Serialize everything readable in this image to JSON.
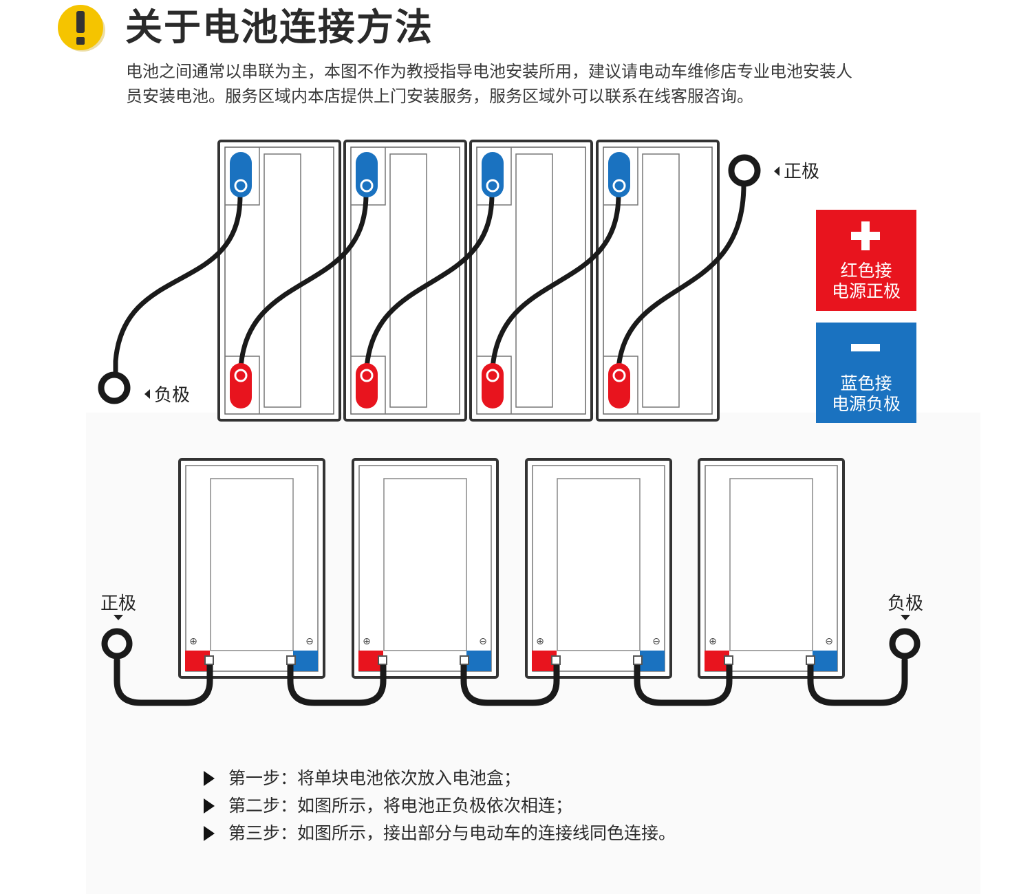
{
  "header": {
    "title": "关于电池连接方法",
    "desc_line1": "电池之间通常以串联为主，本图不作为教授指导电池安装所用，建议请电动车维修店专业电池安装人",
    "desc_line2": "员安装电池。服务区域内本店提供上门安装服务，服务区域外可以联系在线客服咨询。"
  },
  "top_diagram": {
    "battery_count": 4,
    "positive_label": "正极",
    "negative_label": "负极"
  },
  "legend": {
    "red": {
      "symbol": "+",
      "line1": "红色接",
      "line2": "电源正极",
      "color": "#e8141e"
    },
    "blue": {
      "symbol": "−",
      "line1": "蓝色接",
      "line2": "电源负极",
      "color": "#1a72c0"
    }
  },
  "bottom_diagram": {
    "battery_count": 4,
    "positive_label": "正极",
    "negative_label": "负极",
    "plus_mark": "⊕",
    "minus_mark": "⊖"
  },
  "steps": [
    "第一步：将单块电池依次放入电池盒；",
    "第二步：如图所示，将电池正负极依次相连；",
    "第三步：如图所示，接出部分与电动车的连接线同色连接。"
  ],
  "colors": {
    "red": "#e8141e",
    "blue": "#1a72c0",
    "warning": "#f5c400"
  }
}
